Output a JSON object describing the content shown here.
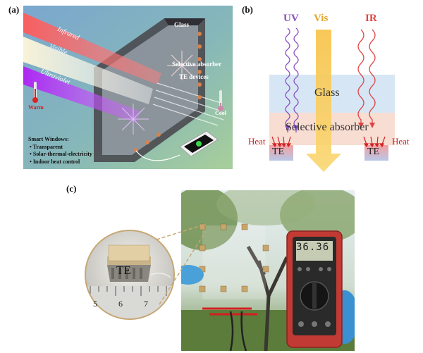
{
  "panel_a": {
    "label": "(a)",
    "beams": {
      "infrared": "Infrared",
      "visible": "Visible",
      "ultraviolet": "Ultraviolet"
    },
    "parts": {
      "glass": "Glass",
      "selective_absorber": "Selective absorber",
      "te_devices": "TE devices"
    },
    "thermometers": {
      "warm": "Warm",
      "cool": "Cool"
    },
    "smart_windows": {
      "title": "Smart Windows:",
      "items": [
        "Transparent",
        "Solar-thermal-electricity",
        "Indoor heat control"
      ]
    },
    "colors": {
      "infrared": "#e8434a",
      "ultraviolet": "#a020f0",
      "background": "#6fa0c8"
    }
  },
  "panel_b": {
    "label": "(b)",
    "rays": {
      "uv": "UV",
      "vis": "Vis",
      "ir": "IR"
    },
    "layers": {
      "glass": "Glass",
      "selective_absorber": "Selective absorber"
    },
    "heat_left": "Heat",
    "heat_right": "Heat",
    "te_left": "TE",
    "te_right": "TE",
    "colors": {
      "uv": "#8a4fc0",
      "vis": "#f5b83a",
      "ir": "#e04444",
      "glass": "#cfe0f0",
      "absorber": "#f6d8d0"
    }
  },
  "panel_c": {
    "label": "(c)",
    "te_module": "TE",
    "multimeter_reading": "36.36",
    "ruler_numbers": [
      "5",
      "6",
      "7"
    ]
  }
}
